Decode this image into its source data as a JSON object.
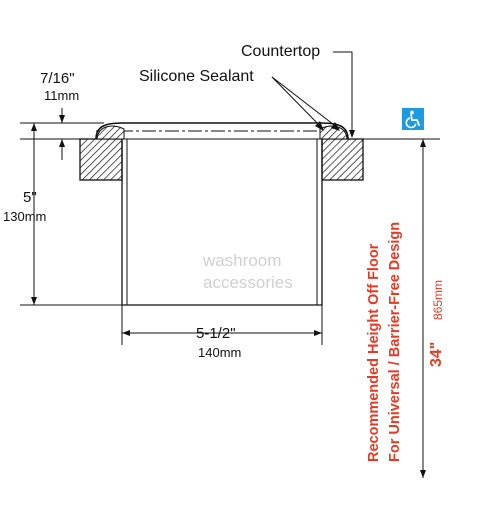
{
  "labels": {
    "countertop": "Countertop",
    "silicone_sealant": "Silicone Sealant",
    "lip_fraction": "7/16\"",
    "lip_mm": "11mm",
    "depth_fraction": "5\"",
    "depth_mm": "130mm",
    "width_fraction": "5-1/2\"",
    "width_mm": "140mm",
    "height_in": "34\"",
    "height_mm": "865mm",
    "recommended_line1": "Recommended Height Off Floor",
    "recommended_line2": "For Universal / Barrier-Free Design"
  },
  "watermark": {
    "line1": "washroom",
    "line2": "accessories"
  },
  "icons": {
    "accessibility": "wheelchair-icon"
  },
  "colors": {
    "accent_red": "#e53a24",
    "accessibility_blue": "#1e9be0",
    "line": "#111111"
  }
}
